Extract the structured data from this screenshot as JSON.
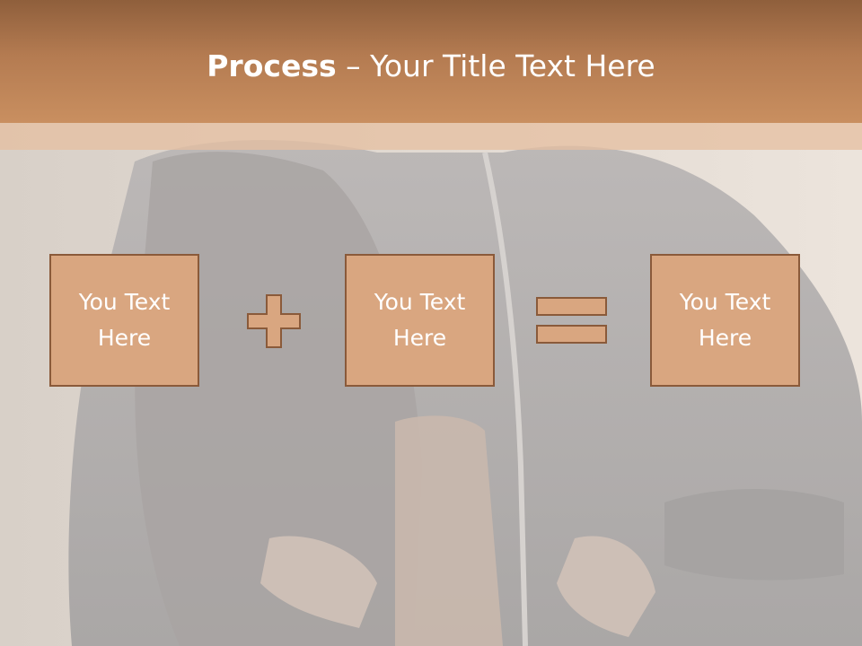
{
  "slide": {
    "title_bold": "Process",
    "title_rest": " – Your Title Text Here"
  },
  "process": {
    "boxes": [
      {
        "text": "You Text\nHere"
      },
      {
        "text": "You Text\nHere"
      },
      {
        "text": "You Text\nHere"
      }
    ],
    "operators": [
      "plus-icon",
      "equals-icon"
    ]
  },
  "colors": {
    "header": "#b47b51",
    "box_fill": "#d9a680",
    "box_border": "#8a5a3a",
    "text": "#ffffff"
  }
}
